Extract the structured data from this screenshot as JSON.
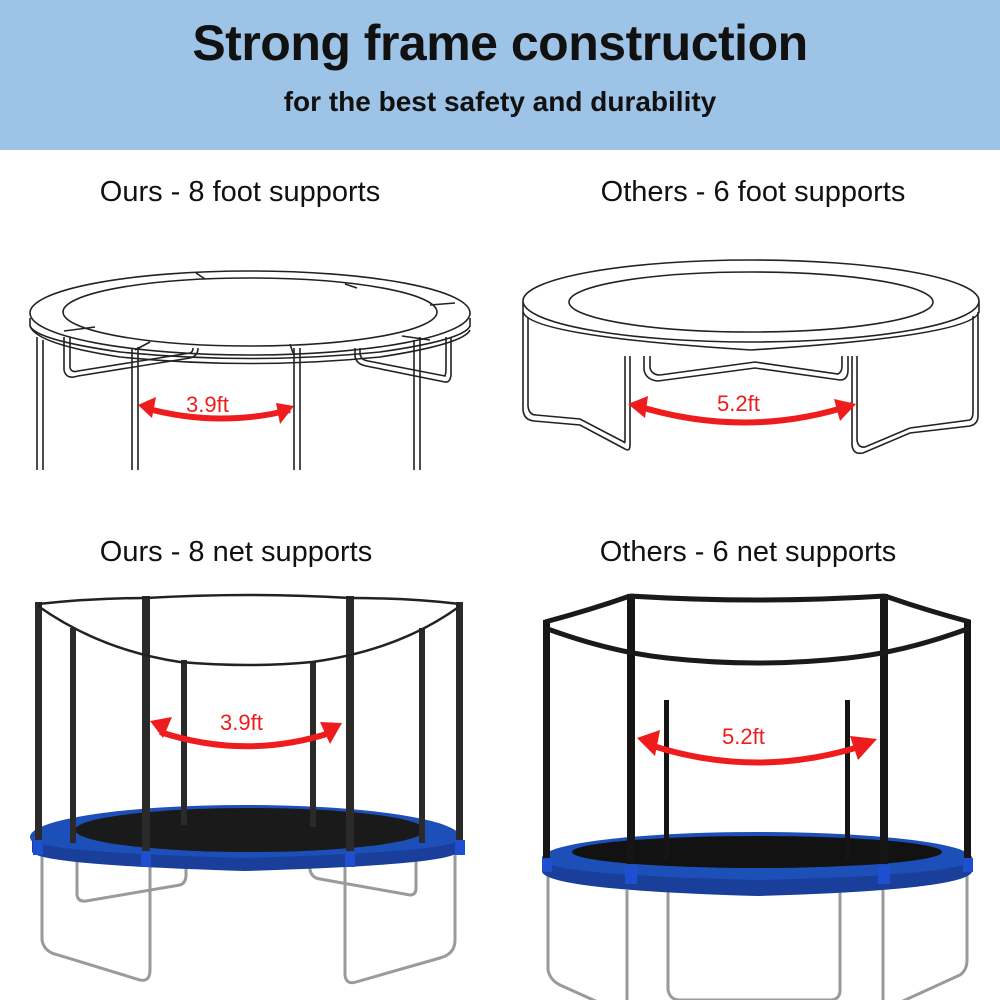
{
  "header": {
    "title": "Strong frame construction",
    "subtitle": "for the best safety and durability"
  },
  "panels": [
    {
      "id": "ours-foot",
      "label": "Ours - 8 foot supports",
      "support_count": 8,
      "gap": "3.9ft"
    },
    {
      "id": "others-foot",
      "label": "Others - 6 foot supports",
      "support_count": 6,
      "gap": "5.2ft"
    },
    {
      "id": "ours-net",
      "label": "Ours - 8 net supports",
      "support_count": 8,
      "gap": "3.9ft"
    },
    {
      "id": "others-net",
      "label": "Others - 6 net supports",
      "support_count": 6,
      "gap": "5.2ft"
    }
  ],
  "colors": {
    "banner": "#9dc3e6",
    "arrow": "#ee1c1c",
    "pad_blue": "#1f4fb5",
    "pole": "#222222"
  }
}
